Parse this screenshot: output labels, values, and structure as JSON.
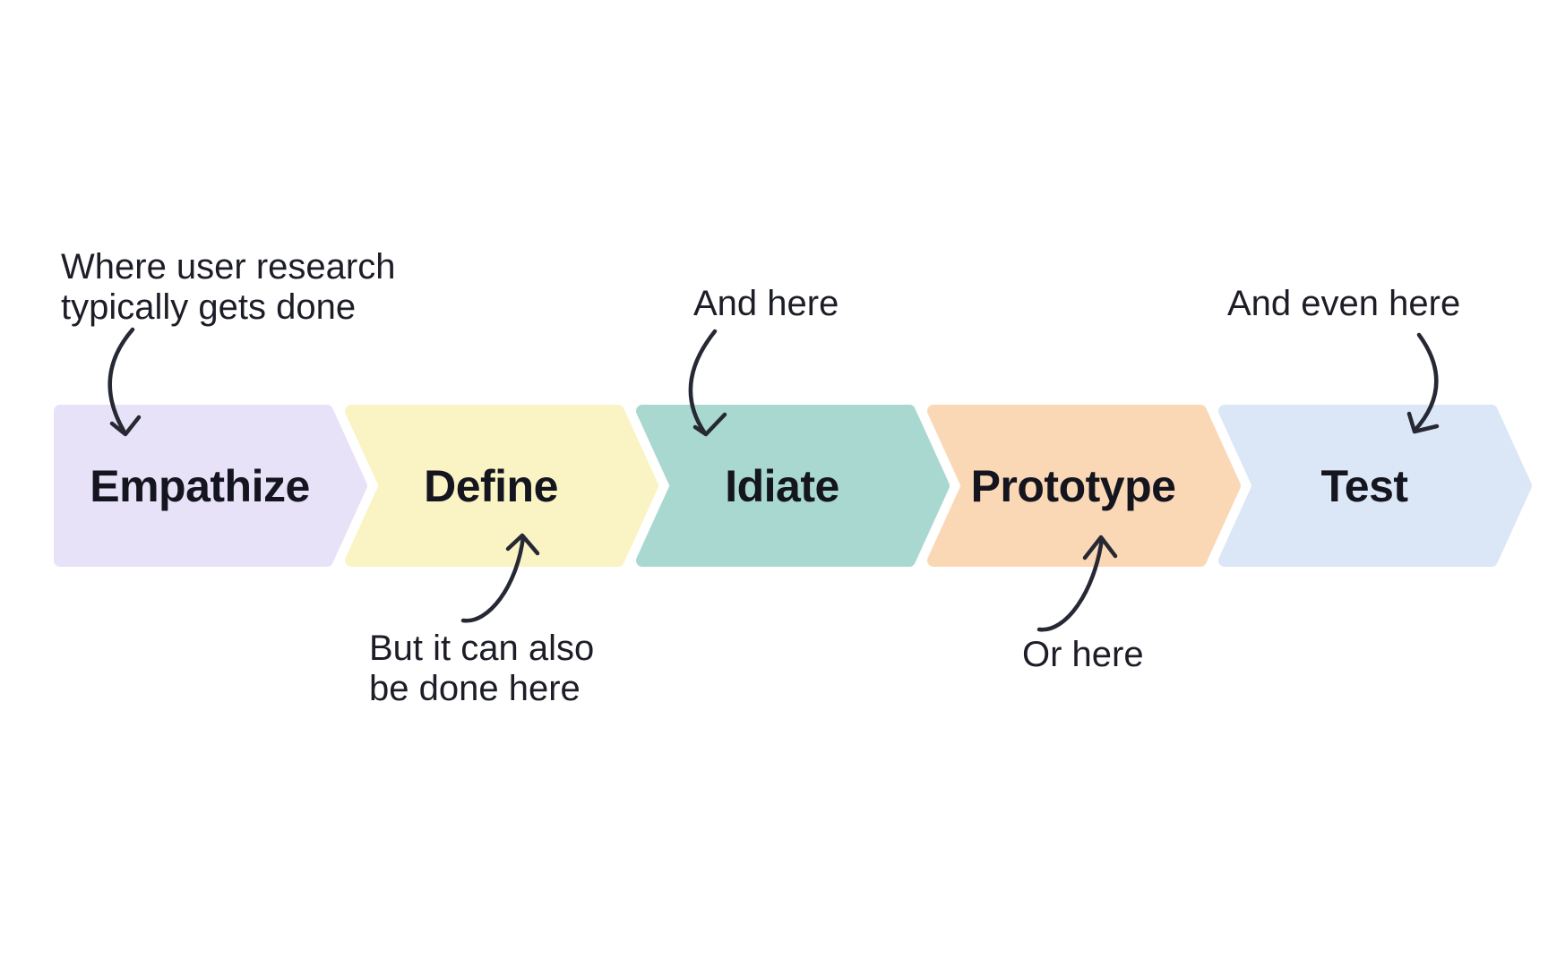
{
  "diagram": {
    "background": "#ffffff",
    "text_color": "#1c1d27",
    "label_color": "#14151e",
    "arrow_color": "#262934"
  },
  "stages": [
    {
      "label": "Empathize",
      "color": "#E8E2F8"
    },
    {
      "label": "Define",
      "color": "#FAF4C5"
    },
    {
      "label": "Idiate",
      "color": "#A8D8D0"
    },
    {
      "label": "Prototype",
      "color": "#FAD8B6"
    },
    {
      "label": "Test",
      "color": "#DBE7F7"
    }
  ],
  "annotations": {
    "where_user_research": {
      "line1": "Where user research",
      "line2": "typically gets done"
    },
    "and_here": {
      "line1": "And here"
    },
    "and_even_here": {
      "line1": "And even here"
    },
    "but_it_can_also": {
      "line1": "But it can also",
      "line2": "be done here"
    },
    "or_here": {
      "line1": "Or here"
    }
  }
}
